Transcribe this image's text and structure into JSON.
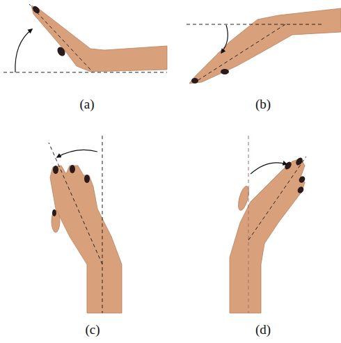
{
  "diagram": {
    "labels": [
      "(a)",
      "(b)",
      "(c)",
      "(d)"
    ]
  }
}
